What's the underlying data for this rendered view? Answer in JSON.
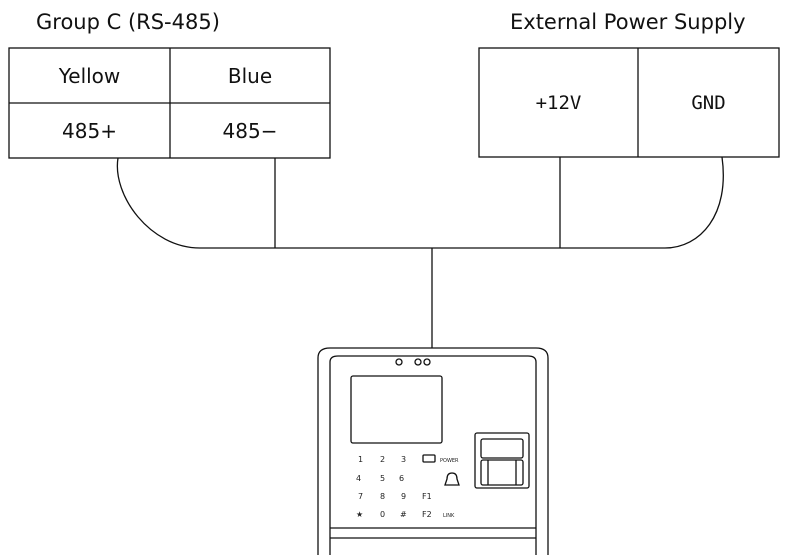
{
  "group_c": {
    "title": "Group C (RS-485)",
    "headers": [
      "Yellow",
      "Blue"
    ],
    "values": [
      "485+",
      "485−"
    ]
  },
  "power": {
    "title": "External Power Supply",
    "cells": [
      "+12V",
      "GND"
    ]
  },
  "device": {
    "keypad": [
      "1",
      "2",
      "3",
      "4",
      "5",
      "6",
      "7",
      "8",
      "9",
      "★",
      "0",
      "#"
    ],
    "function_keys": [
      "F1",
      "F2"
    ],
    "power_label": "POWER",
    "link_label": "LINK"
  }
}
